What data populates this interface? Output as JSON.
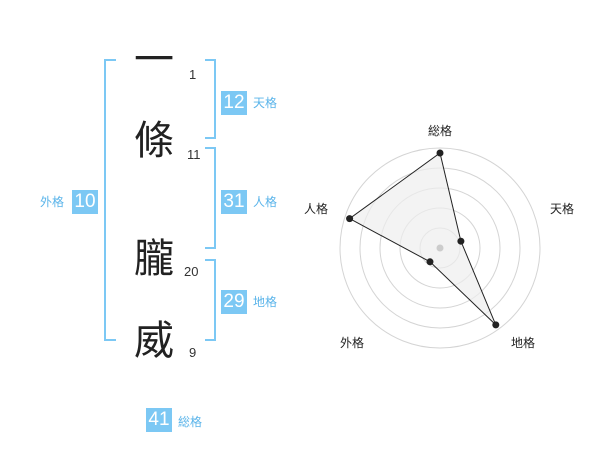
{
  "name_chars": [
    {
      "char": "一",
      "strokes": "1"
    },
    {
      "char": "條",
      "strokes": "11"
    },
    {
      "char": "朧",
      "strokes": "20"
    },
    {
      "char": "威",
      "strokes": "9"
    }
  ],
  "scores": {
    "tenkaku": {
      "value": "12",
      "label": "天格"
    },
    "jinkaku": {
      "value": "31",
      "label": "人格"
    },
    "chikaku": {
      "value": "29",
      "label": "地格"
    },
    "gaikaku": {
      "value": "10",
      "label": "外格"
    },
    "soukaku": {
      "value": "41",
      "label": "総格"
    }
  },
  "radar": {
    "axes": [
      "総格",
      "天格",
      "地格",
      "外格",
      "人格"
    ],
    "values": [
      0.95,
      0.22,
      0.95,
      0.17,
      0.95
    ],
    "rings": 5,
    "colors": {
      "ring": "#d4d4d4",
      "fill": "#eeeeee",
      "line": "#222222",
      "center": "#cccccc"
    }
  },
  "colors": {
    "bracket": "#7cc8f4",
    "score_bg": "#7cc8f4",
    "label": "#5ab4ea"
  }
}
